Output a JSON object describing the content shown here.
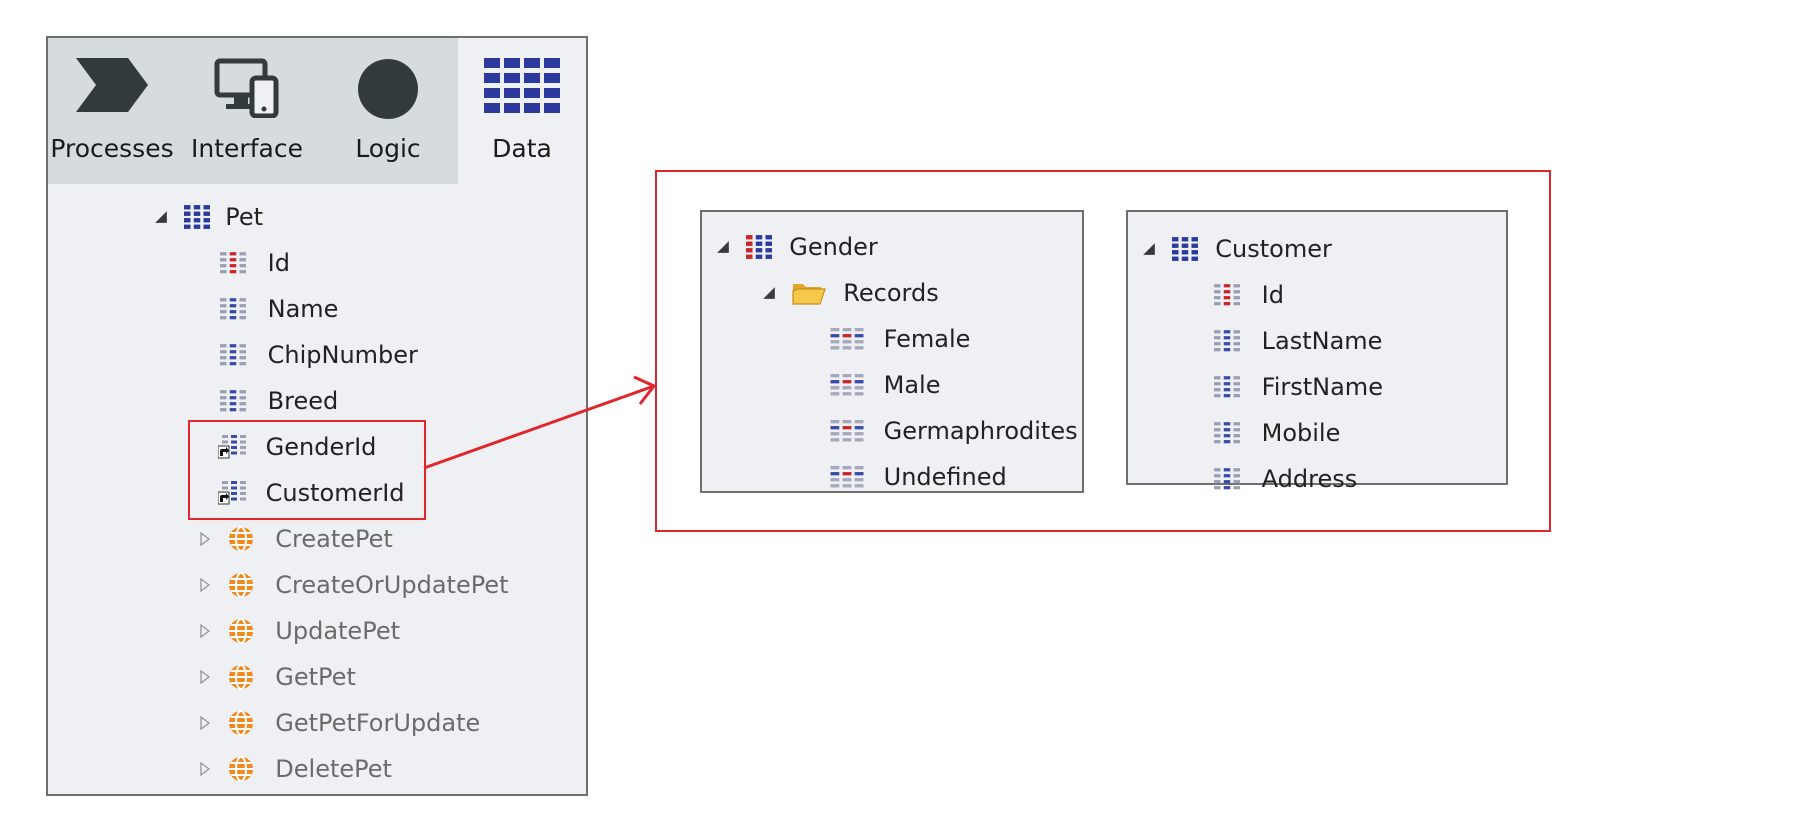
{
  "tabs": [
    {
      "label": "Processes",
      "icon": "process-chevron-icon"
    },
    {
      "label": "Interface",
      "icon": "devices-icon"
    },
    {
      "label": "Logic",
      "icon": "logic-circle-icon"
    },
    {
      "label": "Data",
      "icon": "data-grid-icon",
      "active": true
    }
  ],
  "tree": {
    "entity": "Pet",
    "attributes": [
      "Id",
      "Name",
      "ChipNumber",
      "Breed",
      "GenderId",
      "CustomerId"
    ],
    "actions": [
      "CreatePet",
      "CreateOrUpdatePet",
      "UpdatePet",
      "GetPet",
      "GetPetForUpdate",
      "DeletePet"
    ]
  },
  "gender": {
    "entity": "Gender",
    "folder": "Records",
    "records": [
      "Female",
      "Male",
      "Germaphrodites",
      "Undefined"
    ]
  },
  "customer": {
    "entity": "Customer",
    "attributes": [
      "Id",
      "LastName",
      "FirstName",
      "Mobile",
      "Address"
    ]
  },
  "colors": {
    "highlight": "#e0262b",
    "entity_blue": "#2c3a9e",
    "key_red": "#c8262b",
    "action_orange": "#f08a1e",
    "panel_bg": "#eef0f3",
    "tabbar_bg": "#d6dbe0"
  }
}
